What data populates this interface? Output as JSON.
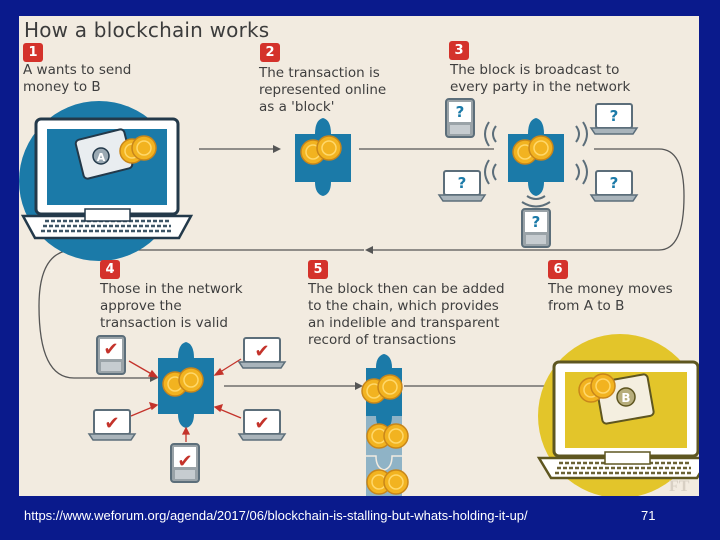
{
  "diagram": {
    "title": "How a blockchain works",
    "steps": [
      {
        "number": "1",
        "text_lines": [
          "A wants to send",
          "money to B"
        ]
      },
      {
        "number": "2",
        "text_lines": [
          "The transaction is",
          "represented online",
          "as a 'block'"
        ]
      },
      {
        "number": "3",
        "text_lines": [
          "The block is broadcast to",
          "every party in the network"
        ]
      },
      {
        "number": "4",
        "text_lines": [
          "Those in the network",
          "approve the",
          "transaction is valid"
        ]
      },
      {
        "number": "5",
        "text_lines": [
          "The block then can be added",
          "to the chain, which provides",
          "an indelible and transparent",
          "record of transactions"
        ]
      },
      {
        "number": "6",
        "text_lines": [
          "The money moves",
          "from A to B"
        ]
      }
    ],
    "labels": {
      "party_a": "A",
      "party_b": "B",
      "unknown_mark": "?",
      "approved_mark": "✔",
      "watermark": "FT"
    },
    "colors": {
      "background": "#0a1a8c",
      "panel": "#f2ebe0",
      "accent_blue": "#1b7aa8",
      "accent_yellow": "#e3c52a",
      "badge_red": "#d4322b",
      "check_red": "#c4332b",
      "coin": "#f2b320"
    }
  },
  "footer": {
    "source_url": "https://www.weforum.org/agenda/2017/06/blockchain-is-stalling-but-whats-holding-it-up/",
    "page_number": "71"
  }
}
